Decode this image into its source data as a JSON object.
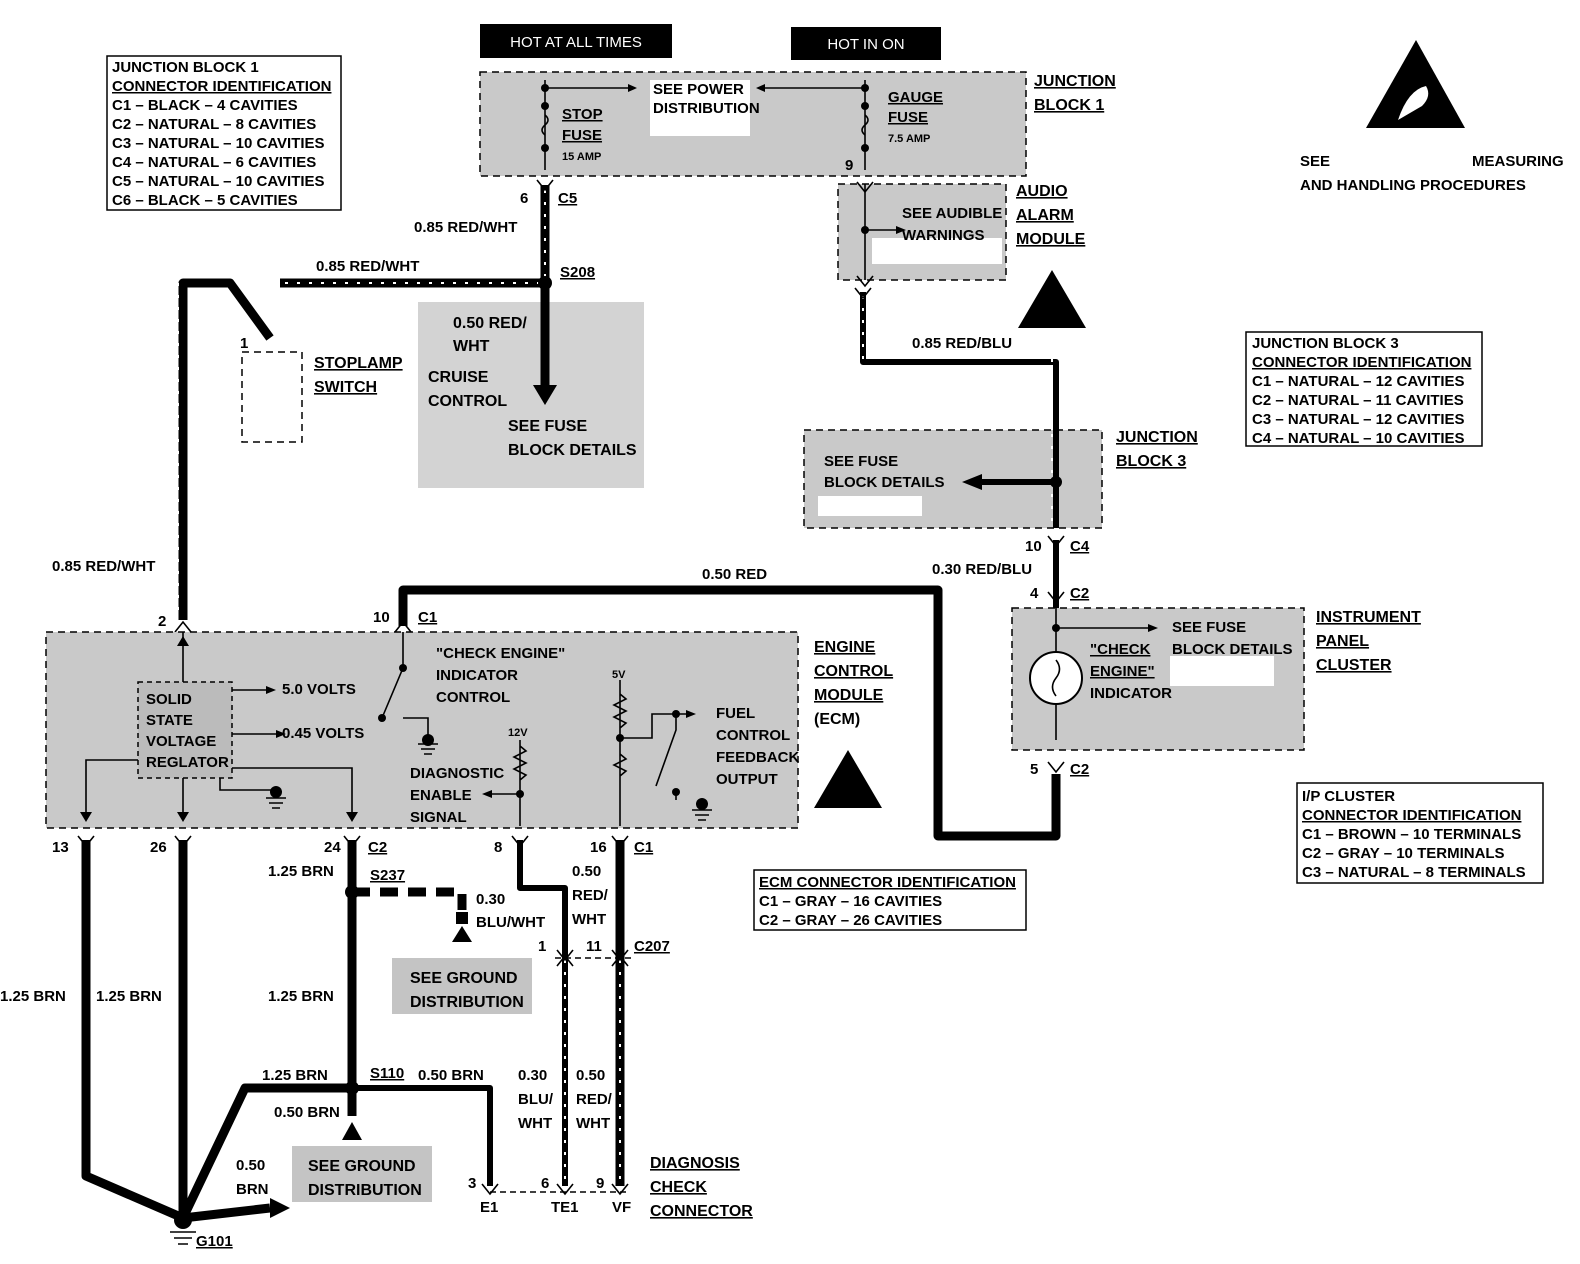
{
  "banners": {
    "hot_at_all_times": "HOT AT ALL TIMES",
    "hot_in_on": "HOT IN ON"
  },
  "junction_block_1": {
    "title": "JUNCTION BLOCK 1",
    "label_line1": "JUNCTION",
    "label_line2": "BLOCK 1",
    "see_power": "SEE POWER",
    "distribution": "DISTRIBUTION",
    "stop": "STOP",
    "fuse": "FUSE",
    "stop_amp": "15 AMP",
    "gauge": "GAUGE",
    "gauge_fuse": "FUSE",
    "gauge_amp": "7.5 AMP",
    "pin_9": "9"
  },
  "jb1_connector_id": {
    "title": "JUNCTION BLOCK 1",
    "subtitle": "CONNECTOR IDENTIFICATION",
    "lines": [
      "C1 – BLACK – 4 CAVITIES",
      "C2 – NATURAL – 8 CAVITIES",
      "C3 – NATURAL – 10 CAVITIES",
      "C4 – NATURAL – 6 CAVITIES",
      "C5 – NATURAL – 10 CAVITIES",
      "C6 – BLACK – 5 CAVITIES"
    ]
  },
  "jb3_connector_id": {
    "title": "JUNCTION BLOCK 3",
    "subtitle": "CONNECTOR IDENTIFICATION",
    "lines": [
      "C1 – NATURAL – 12 CAVITIES",
      "C2 – NATURAL – 11 CAVITIES",
      "C3 – NATURAL – 12 CAVITIES",
      "C4 – NATURAL – 10 CAVITIES"
    ]
  },
  "ip_connector_id": {
    "title": "I/P CLUSTER",
    "subtitle": "CONNECTOR IDENTIFICATION",
    "lines": [
      "C1 – BROWN – 10 TERMINALS",
      "C2 – GRAY – 10 TERMINALS",
      "C3 – NATURAL – 8 TERMINALS"
    ]
  },
  "ecm_connector_id": {
    "title": "ECM CONNECTOR IDENTIFICATION",
    "lines": [
      "C1 – GRAY – 16 CAVITIES",
      "C2 – GRAY – 26 CAVITIES"
    ]
  },
  "esd_note": {
    "see": "SEE",
    "measuring": "MEASURING",
    "line2": "AND HANDLING PROCEDURES"
  },
  "audio_alarm": {
    "label1": "AUDIO",
    "label2": "ALARM",
    "label3": "MODULE",
    "see_audible": "SEE AUDIBLE",
    "warnings": "WARNINGS"
  },
  "junction_block_3": {
    "label1": "JUNCTION",
    "label2": "BLOCK 3",
    "see_fuse": "SEE FUSE",
    "block_details": "BLOCK DETAILS"
  },
  "stoplamp": {
    "pin": "1",
    "label1": "STOPLAMP",
    "label2": "SWITCH"
  },
  "cruise": {
    "wire1": "0.50 RED/",
    "wire2": "WHT",
    "label1": "CRUISE",
    "label2": "CONTROL",
    "see_fuse": "SEE FUSE",
    "block_details": "BLOCK DETAILS"
  },
  "ecm": {
    "label1": "ENGINE",
    "label2": "CONTROL",
    "label3": "MODULE",
    "label4": "(ECM)",
    "regulator": [
      "SOLID",
      "STATE",
      "VOLTAGE",
      "REGLATOR"
    ],
    "v50": "5.0 VOLTS",
    "v045": "0.45 VOLTS",
    "check_engine": "\"CHECK ENGINE\"",
    "indicator": "INDICATOR",
    "control": "CONTROL",
    "v5": "5V",
    "v12": "12V",
    "diag1": "DIAGNOSTIC",
    "diag2": "ENABLE",
    "diag3": "SIGNAL",
    "fuel1": "FUEL",
    "fuel2": "CONTROL",
    "fuel3": "FEEDBACK",
    "fuel4": "OUTPUT"
  },
  "ipc": {
    "label1": "INSTRUMENT",
    "label2": "PANEL",
    "label3": "CLUSTER",
    "check": "\"CHECK",
    "engine": "ENGINE\"",
    "indicator": "INDICATOR",
    "see_fuse": "SEE FUSE",
    "block_details": "BLOCK DETAILS"
  },
  "dlc": {
    "label1": "DIAGNOSIS",
    "label2": "CHECK",
    "label3": "CONNECTOR",
    "e1": "E1",
    "te1": "TE1",
    "vf": "VF"
  },
  "ground_dist": {
    "line1": "SEE GROUND",
    "line2": "DISTRIBUTION"
  },
  "connectors": {
    "c1": "C1",
    "c2": "C2",
    "c4": "C4",
    "c5": "C5",
    "c207": "C207",
    "s208": "S208",
    "s237": "S237",
    "s110": "S110",
    "g101": "G101"
  },
  "pins": {
    "p6": "6",
    "p2": "2",
    "p10": "10",
    "p13": "13",
    "p26": "26",
    "p24": "24",
    "p8": "8",
    "p16": "16",
    "p4": "4",
    "p5": "5",
    "p1": "1",
    "p11": "11",
    "p3": "3",
    "p9": "9"
  },
  "wires": {
    "red_wht_085": "0.85 RED/WHT",
    "red_blu_085": "0.85 RED/BLU",
    "red_050": "0.50 RED",
    "red_blu_030": "0.30 RED/BLU",
    "brn_125": "1.25 BRN",
    "brn_050": "0.50 BRN",
    "w030": "0.30",
    "blu_wht": "BLU/WHT",
    "blu_slash": "BLU/",
    "wht": "WHT",
    "w050": "0.50",
    "red_slash": "RED/",
    "brn": "BRN"
  }
}
